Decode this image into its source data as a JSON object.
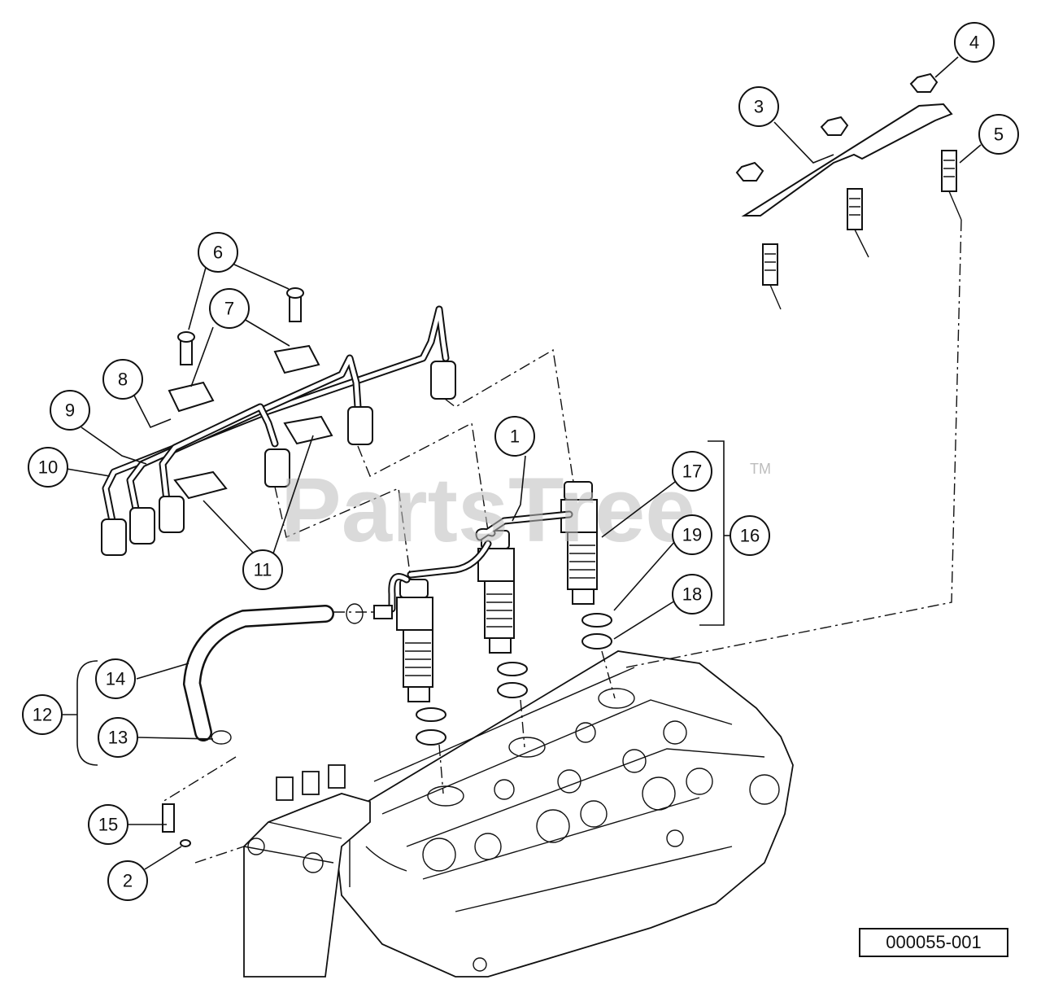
{
  "watermark": {
    "text": "PartsTree",
    "mark": "TM"
  },
  "diagram_id": "000055-001",
  "callouts": {
    "c1": "1",
    "c2": "2",
    "c3": "3",
    "c4": "4",
    "c5": "5",
    "c6": "6",
    "c7": "7",
    "c8": "8",
    "c9": "9",
    "c10": "10",
    "c11": "11",
    "c12": "12",
    "c13": "13",
    "c14": "14",
    "c15": "15",
    "c16": "16",
    "c17": "17",
    "c18": "18",
    "c19": "19"
  }
}
